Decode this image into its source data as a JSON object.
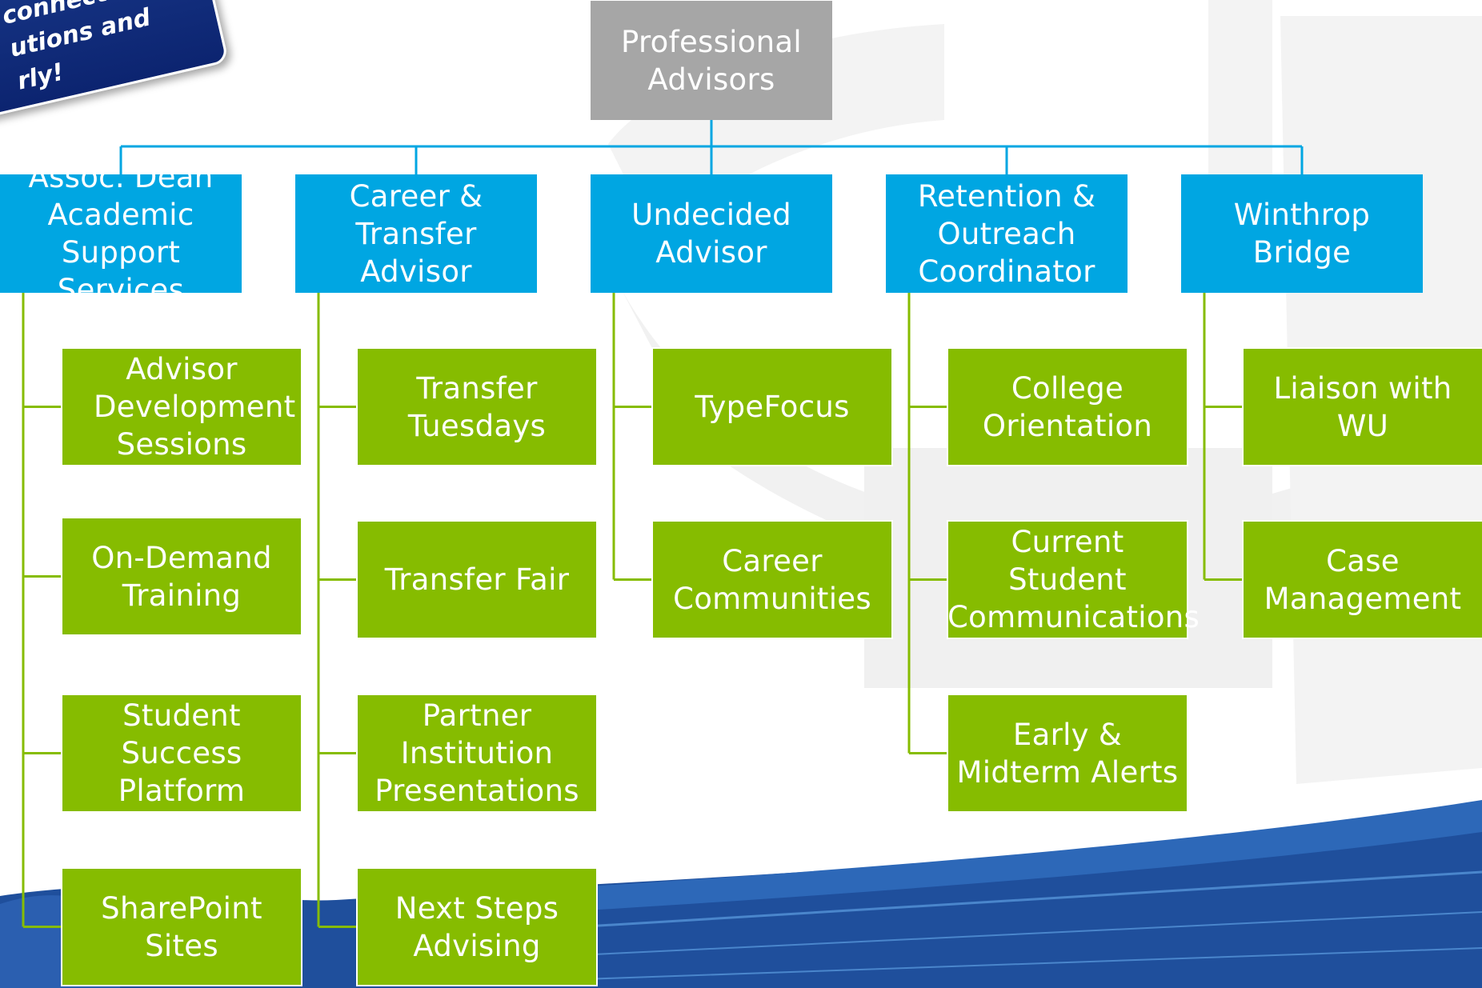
{
  "callout": {
    "text": "connected\nutions and\nrly!"
  },
  "colors": {
    "root": "#a6a6a6",
    "heading": "#00a6e2",
    "item": "#86bc00",
    "connector_blue": "#00a6e2",
    "connector_green": "#86bc00",
    "callout": "#0c2470"
  },
  "root": {
    "label": "Professional Advisors"
  },
  "columns": [
    {
      "heading": "Assoc. Dean Academic Support Services",
      "items": [
        "Advisor Development Sessions",
        "On-Demand Training",
        "Student Success Platform",
        "SharePoint Sites"
      ]
    },
    {
      "heading": "Career & Transfer Advisor",
      "items": [
        "Transfer Tuesdays",
        "Transfer Fair",
        "Partner Institution Presentations",
        "Next Steps Advising"
      ]
    },
    {
      "heading": "Undecided Advisor",
      "items": [
        "TypeFocus",
        "Career Communities"
      ]
    },
    {
      "heading": "Retention & Outreach Coordinator",
      "items": [
        "College Orientation",
        "Current Student Communications",
        "Early & Midterm Alerts"
      ]
    },
    {
      "heading": "Winthrop Bridge",
      "items": [
        "Liaison with WU",
        "Case Management"
      ]
    }
  ]
}
